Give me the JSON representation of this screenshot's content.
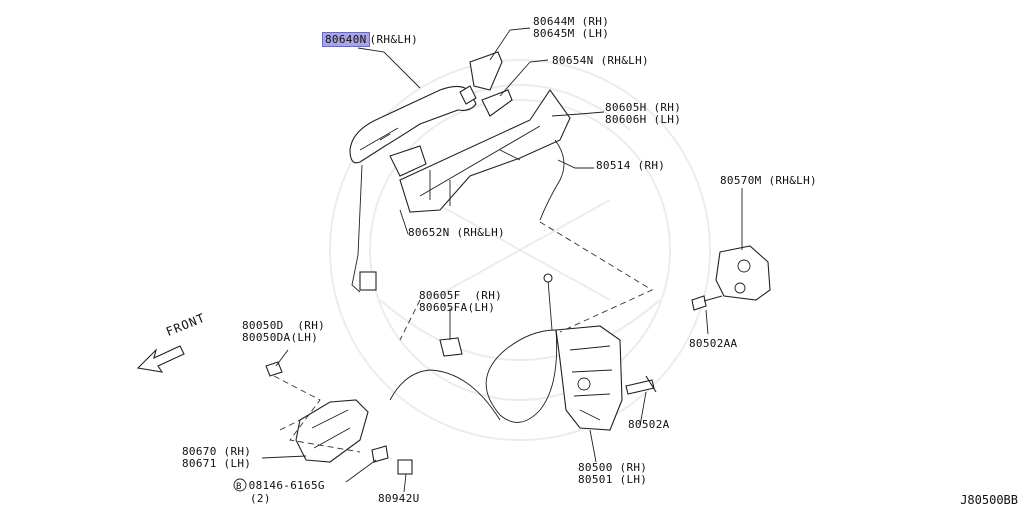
{
  "diagram": {
    "code": "J80500BB",
    "front_label": "FRONT",
    "parts": [
      {
        "id": "80640N",
        "label": "80640N",
        "suffix": "(RH&LH)",
        "highlighted": true
      },
      {
        "id": "80644M",
        "line1": "80644M (RH)",
        "line2": "80645M (LH)"
      },
      {
        "id": "80654N",
        "line1": "80654N (RH&LH)"
      },
      {
        "id": "80605H",
        "line1": "80605H (RH)",
        "line2": "80606H (LH)"
      },
      {
        "id": "80514",
        "line1": "80514 (RH)"
      },
      {
        "id": "80570M",
        "line1": "80570M (RH&LH)"
      },
      {
        "id": "80652N",
        "line1": "80652N (RH&LH)"
      },
      {
        "id": "80605F",
        "line1": "80605F  (RH)",
        "line2": "80605FA(LH)"
      },
      {
        "id": "80050D",
        "line1": "80050D  (RH)",
        "line2": "80050DA(LH)"
      },
      {
        "id": "80502AA",
        "line1": "80502AA"
      },
      {
        "id": "80502A",
        "line1": "80502A"
      },
      {
        "id": "80670",
        "line1": "80670 (RH)",
        "line2": "80671 (LH)"
      },
      {
        "id": "80500",
        "line1": "80500 (RH)",
        "line2": "80501 (LH)"
      },
      {
        "id": "08146",
        "line1": "08146-6165G",
        "line2": "(2)",
        "circle": "B"
      },
      {
        "id": "80942U",
        "line1": "80942U"
      }
    ]
  }
}
